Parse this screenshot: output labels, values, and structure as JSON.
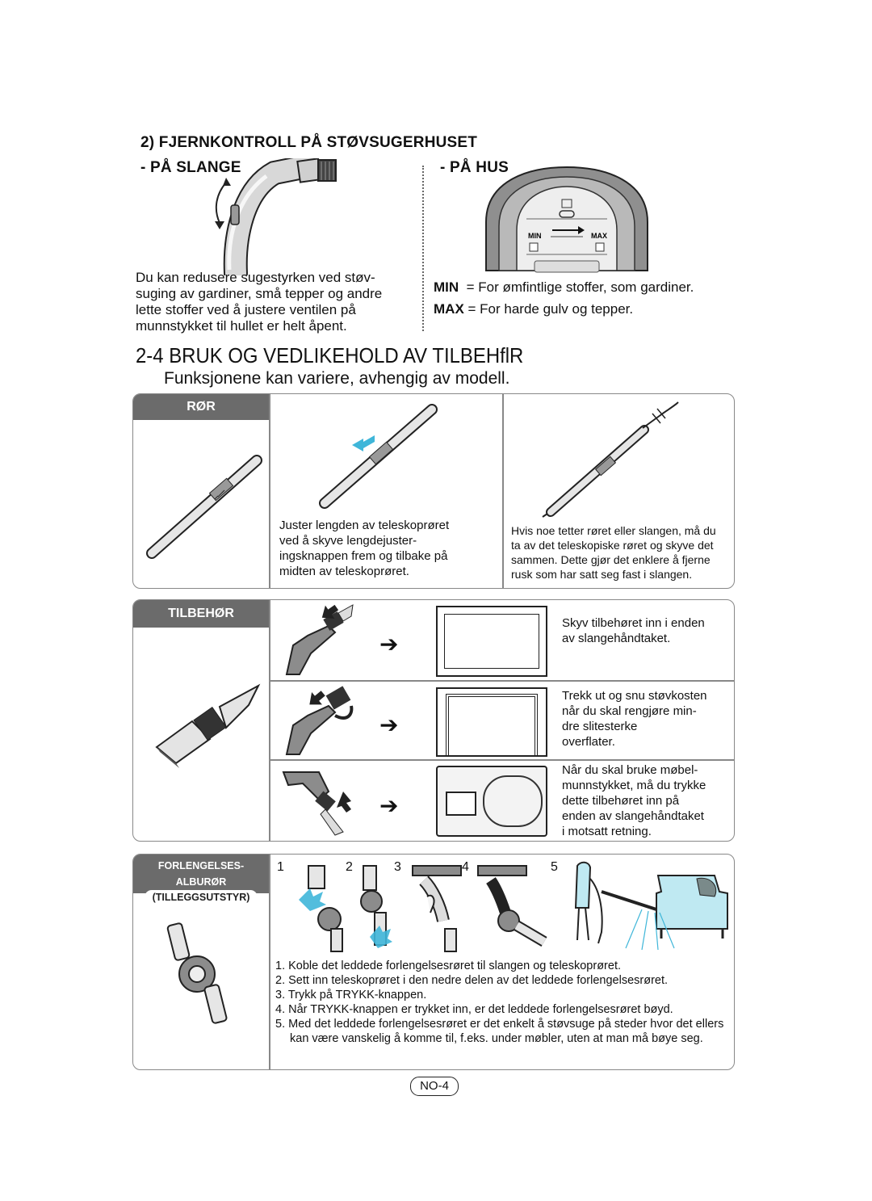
{
  "remote": {
    "heading": "2) FJERNKONTROLL PÅ STØVSUGERHUSET",
    "on_hose_label": "- PÅ SLANGE",
    "on_body_label": "- PÅ HUS",
    "hose_text": [
      "Du kan redusere sugestyrken ved støv-",
      "suging av gardiner, små tepper og andre",
      "lette stoffer ved å justere ventilen på",
      "munnstykket til hullet er helt åpent."
    ],
    "min_key": "MIN",
    "min_desc": "= For ømfintlige stoffer, som gardiner.",
    "max_key": "MAX",
    "max_desc": "= For harde gulv og tepper.",
    "dial_min": "MIN",
    "dial_max": "MAX"
  },
  "section": {
    "title": "2-4 BRUK OG VEDLIKEHOLD AV TILBEHflR",
    "subtitle": "Funksjonene kan variere, avhengig av modell."
  },
  "ror": {
    "tag": "RØR",
    "adjust_text": [
      "Juster lengden av teleskoprøret",
      "ved å skyve lengdejuster-",
      "ingsknappen frem og tilbake på",
      "midten av teleskoprøret."
    ],
    "clog_text": [
      "Hvis noe tetter røret eller slangen, må du",
      "ta av det teleskopiske røret og skyve det",
      "sammen. Dette gjør det enklere å fjerne",
      "rusk som har satt seg fast i slangen."
    ]
  },
  "tilbehor": {
    "tag": "TILBEHØR",
    "row1": [
      "Skyv tilbehøret inn i enden",
      "av slangehåndtaket."
    ],
    "row2": [
      "Trekk ut og snu støvkosten",
      "når du skal rengjøre min-",
      "dre slitesterke",
      "overflater."
    ],
    "row3": [
      "Når du skal bruke møbel-",
      "munnstykket, må du trykke",
      "dette tilbehøret inn på",
      "enden av slangehåndtaket",
      "i motsatt retning."
    ]
  },
  "elbow": {
    "tag_line1": "FORLENGELSES-ALBURØR",
    "tag_line2": "(TILLEGGSUTSTYR)",
    "step_numbers": [
      "1",
      "2",
      "3",
      "4",
      "5"
    ],
    "steps": [
      "1. Koble det leddede forlengelsesrøret til slangen og teleskoprøret.",
      "2. Sett inn teleskoprøret i den nedre delen av det leddede forlengelsesrøret.",
      "3. Trykk på TRYKK-knappen.",
      "4. Når TRYKK-knappen er trykket inn, er det leddede forlengelsesrøret bøyd.",
      "5. Med det leddede forlengelsesrøret er det enkelt å støvsuge på steder hvor det ellers kan være vanskelig å komme til, f.eks. under møbler, uten at man må bøye seg."
    ]
  },
  "page_number": "NO-4",
  "colors": {
    "accent_cyan": "#3fb6d9",
    "tag_gray": "#6b6b6b",
    "border": "#888888"
  }
}
